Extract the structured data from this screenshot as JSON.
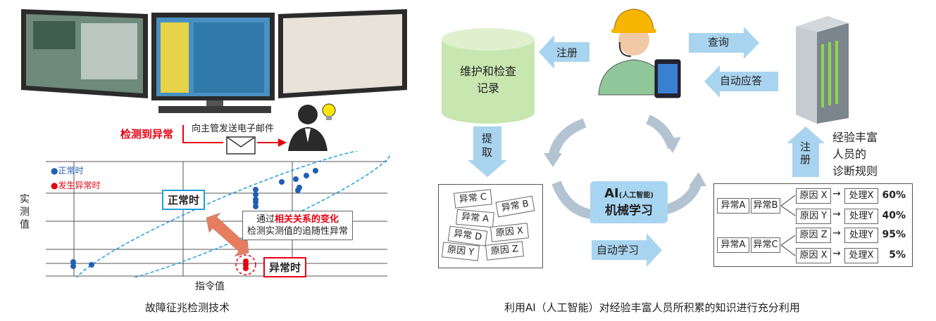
{
  "left": {
    "email_label": "向主管发送电子邮件",
    "detect_label": "检测到异常",
    "legend_normal": "●正常时",
    "legend_abnormal": "●发生异常时",
    "ylabel": "实\n测\n值",
    "xlabel": "指令值",
    "normal_box": "正常时",
    "abnormal_box": "异常时",
    "note_prefix": "通过",
    "note_highlight": "相关关系的变化",
    "note_line2": "检测实测值的追随性异常",
    "caption": "故障征兆检测技术"
  },
  "right": {
    "db_label": "维护和检查\n记录",
    "register_top": "注册",
    "query": "查询",
    "auto_reply": "自动应答",
    "extract": "提\n取",
    "register_side": "注\n册",
    "expert_rules": "经验丰富\n人员的\n诊断规则",
    "ai_title": "AI",
    "ai_sub": "(人工智能)",
    "ai_title2": "机械学习",
    "auto_learn": "自动学习",
    "scatter_tags": [
      "异常 C",
      "异常 B",
      "异常 A",
      "原因 X",
      "异常 D",
      "原因 Y",
      "原因 Z"
    ],
    "rules": [
      {
        "a": "异常A",
        "b": "异常B",
        "cause": "原因 X",
        "action": "处理X",
        "pct": "60%"
      },
      {
        "a": "",
        "b": "",
        "cause": "原因 Y",
        "action": "处理Y",
        "pct": "40%"
      },
      {
        "a": "异常A",
        "b": "异常C",
        "cause": "原因 Z",
        "action": "处理Y",
        "pct": "95%"
      },
      {
        "a": "",
        "b": "",
        "cause": "原因 X",
        "action": "处理X",
        "pct": "5%"
      }
    ],
    "caption": "利用AI（人工智能）对经验丰富人员所积累的知识进行充分利用"
  },
  "colors": {
    "red": "#e60012",
    "blue_arrow": "#a9d4ef",
    "gray_cycle": "#b3c3d2",
    "db_green": "#c8e6b0",
    "ai_box": "#a8d6f2",
    "dashed_blue": "#1ea0dc"
  }
}
